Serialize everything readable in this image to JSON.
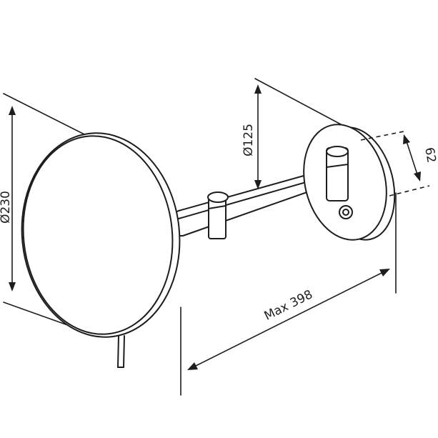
{
  "diagram": {
    "colors": {
      "ink": "#1d1d1b",
      "background": "#ffffff"
    },
    "dimensions": {
      "mirror_diameter": "Ø230",
      "plate_diameter": "Ø125",
      "plate_depth": "62",
      "max_extension": "Max 398"
    }
  }
}
